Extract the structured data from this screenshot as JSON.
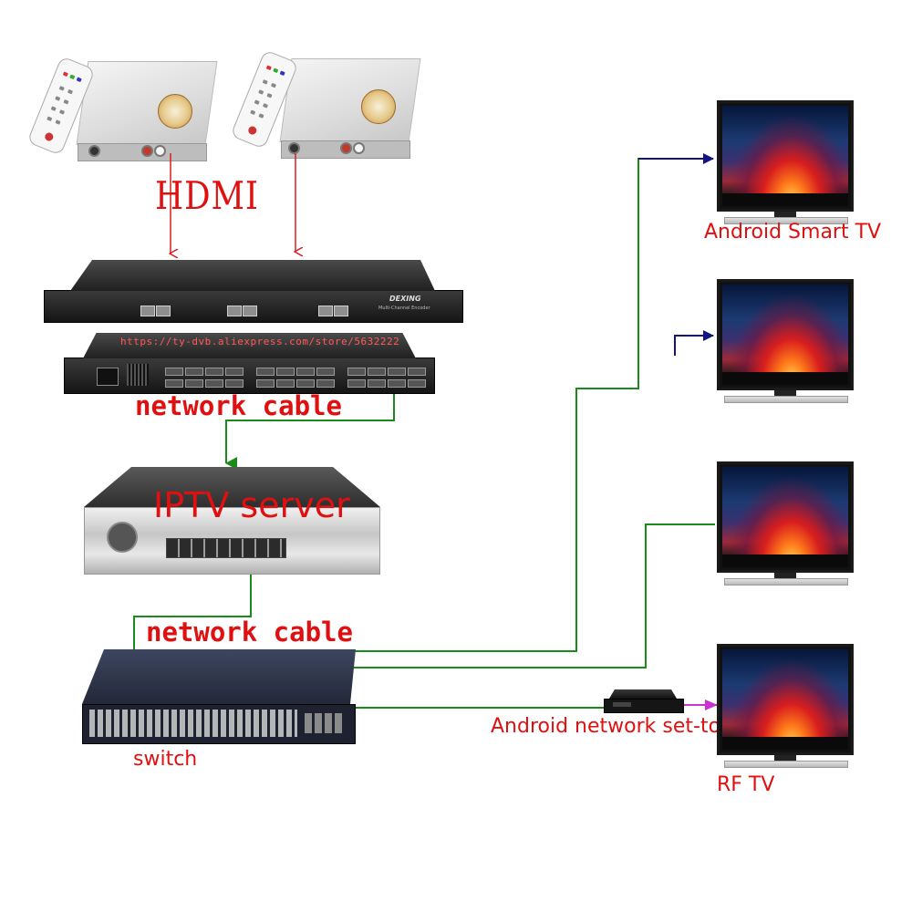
{
  "labels": {
    "hdmi": "HDMI",
    "url": "https://ty-dvb.aliexpress.com/store/5632222",
    "network_cable_1": "network cable",
    "iptv_server": "IPTV server",
    "network_cable_2": "network cable",
    "switch": "switch",
    "android_smart_tv": "Android Smart TV",
    "android_network_stb": "Android network set-top box",
    "rf_tv": "RF TV"
  },
  "encoder": {
    "brand": "DEXING",
    "model": "Multi-Channel Encoder"
  },
  "colors": {
    "label_red": "#e01010",
    "arrow_red": "#d81e1e",
    "cable_green": "#1a8a1a",
    "link_blue": "#141480",
    "hdmi_magenta": "#cc33cc"
  }
}
